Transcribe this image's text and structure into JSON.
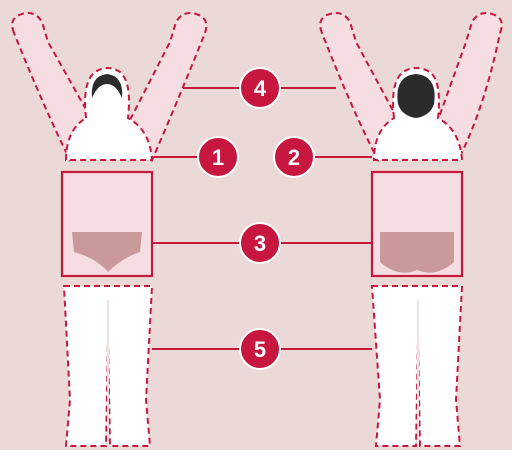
{
  "diagram": {
    "colors": {
      "background": "#ead9d6",
      "accent": "#c8173f",
      "body": "#ffffff",
      "torso_fill": "#f6dde2",
      "brief": "#c9999b",
      "hair": "#2b2b2b"
    },
    "markers": [
      {
        "id": "upper-torso-front",
        "label": "1"
      },
      {
        "id": "upper-torso-back",
        "label": "2"
      },
      {
        "id": "lower-torso",
        "label": "3"
      },
      {
        "id": "arms-head",
        "label": "4"
      },
      {
        "id": "legs",
        "label": "5"
      }
    ]
  }
}
